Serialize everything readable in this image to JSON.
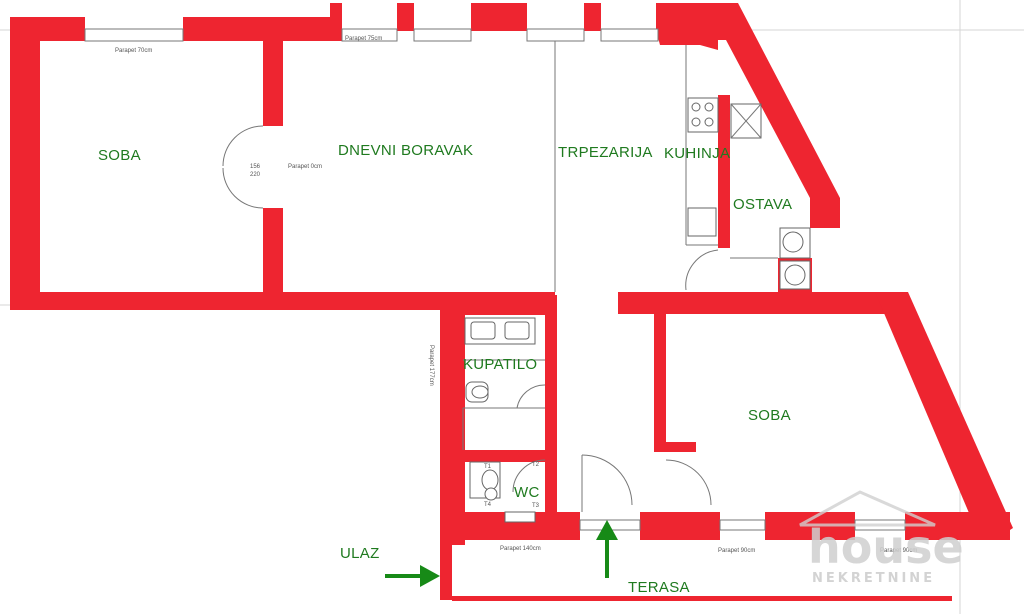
{
  "rooms": {
    "soba_left": "SOBA",
    "dnevni": "DNEVNI BORAVAK",
    "trpezarija": "TRPEZARIJA",
    "kuhinja": "KUHINJA",
    "ostava": "OSTAVA",
    "kupatilo": "KUPATILO",
    "wc": "WC",
    "soba_right": "SOBA",
    "terasa": "TERASA",
    "ulaz": "ULAZ"
  },
  "annotations": {
    "parapet_70": "Parapet 70cm",
    "parapet_75": "Parapet 75cm",
    "parapet_140": "Parapet 140cm",
    "parapet_90a": "Parapet 90cm",
    "parapet_90b": "Parapet 90cm",
    "parapet_0": "Parapet 0cm",
    "parapet_177": "Parapet 177cm",
    "door_156": "156",
    "door_220": "220",
    "t1": "T1",
    "t2": "T2",
    "t3": "T3",
    "t4": "T4"
  },
  "watermark": {
    "brand": "house",
    "sub": "NEKRETNINE"
  },
  "colors": {
    "wall": "#ee2530",
    "label": "#1f7a1f",
    "arrow": "#178a17"
  }
}
